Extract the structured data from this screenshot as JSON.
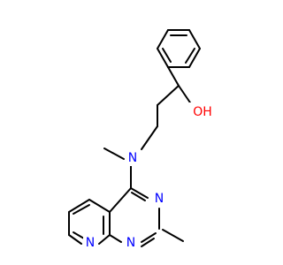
{
  "structure": {
    "atoms": {
      "oh": "OH",
      "n_amine": "N",
      "n3": "N",
      "n1": "N",
      "n8": "N"
    }
  },
  "colors": {
    "bond": "#000000",
    "nitrogen": "#0000ff",
    "oxygen": "#ff0000",
    "background": "#ffffff"
  }
}
